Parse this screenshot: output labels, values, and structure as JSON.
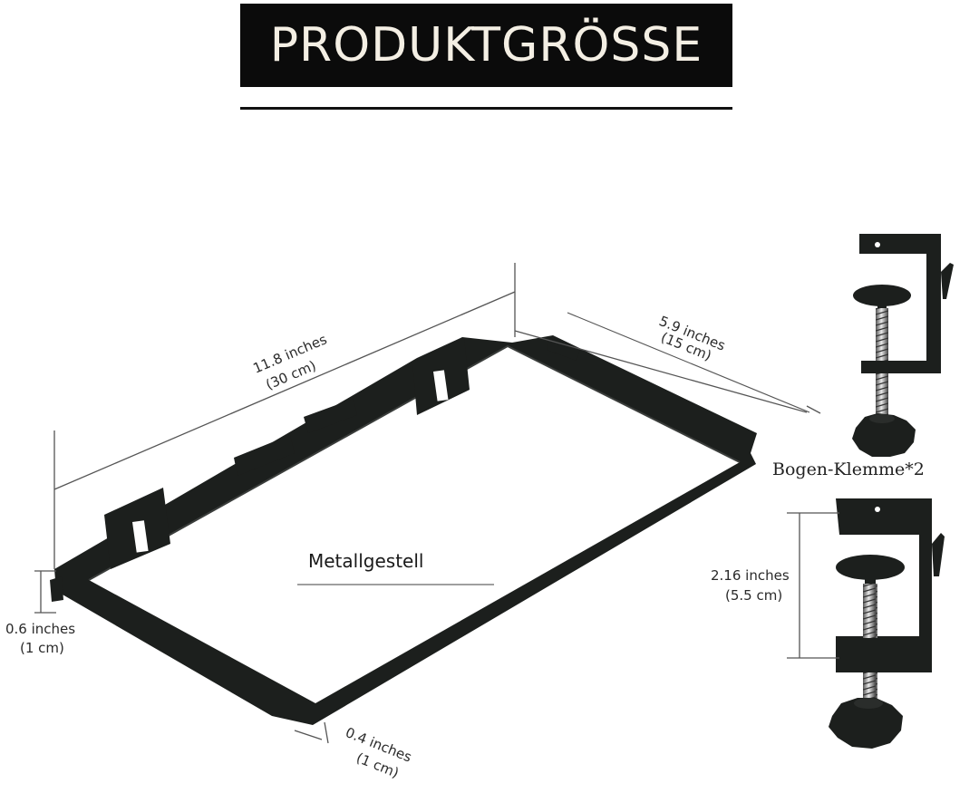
{
  "header": {
    "title": "PRODUKTGRÖSSE"
  },
  "tray": {
    "label": "Metallgestell",
    "length": {
      "inches": "11.8 inches",
      "cm": "(30 cm)"
    },
    "width": {
      "inches": "5.9 inches",
      "cm": "(15 cm)"
    },
    "height": {
      "inches": "0.6 inches",
      "cm": "(1 cm)"
    },
    "lip": {
      "inches": "0.4 inches",
      "cm": "(1 cm)"
    }
  },
  "clamp": {
    "label": "Bogen-Klemme*2",
    "opening": {
      "inches": "2.16 inches",
      "cm": "(5.5 cm)"
    }
  },
  "colors": {
    "frame": "#1c1f1d",
    "title_bg": "#0b0b0b",
    "title_fg": "#f4efe4"
  }
}
